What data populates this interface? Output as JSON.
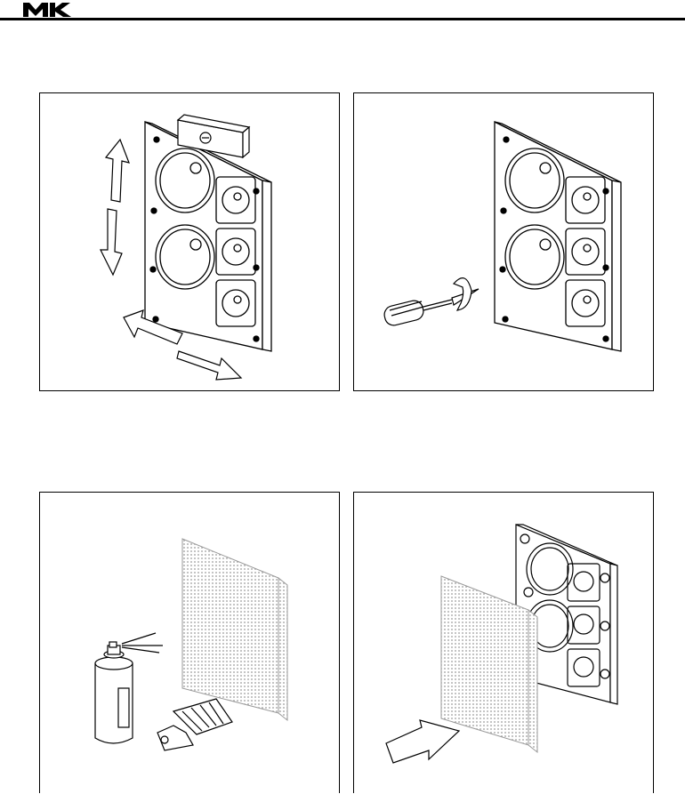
{
  "brand": {
    "logo_icon": "mk-logo-icon"
  },
  "figures": [
    {
      "id": "fig-1",
      "icons": [
        "speaker-panel-icon",
        "level-icon",
        "arrow-up-icon",
        "arrow-down-icon",
        "arrow-left-icon",
        "arrow-right-icon"
      ]
    },
    {
      "id": "fig-2",
      "icons": [
        "speaker-panel-icon",
        "screwdriver-icon",
        "rotate-arrow-icon"
      ]
    },
    {
      "id": "fig-3",
      "icons": [
        "grille-icon",
        "spray-can-icon",
        "paint-brush-icon"
      ]
    },
    {
      "id": "fig-4",
      "icons": [
        "speaker-panel-icon",
        "grille-icon",
        "arrow-push-icon"
      ]
    }
  ],
  "colors": {
    "line": "#000000",
    "background": "#ffffff",
    "mesh": "#9a9a9a"
  }
}
